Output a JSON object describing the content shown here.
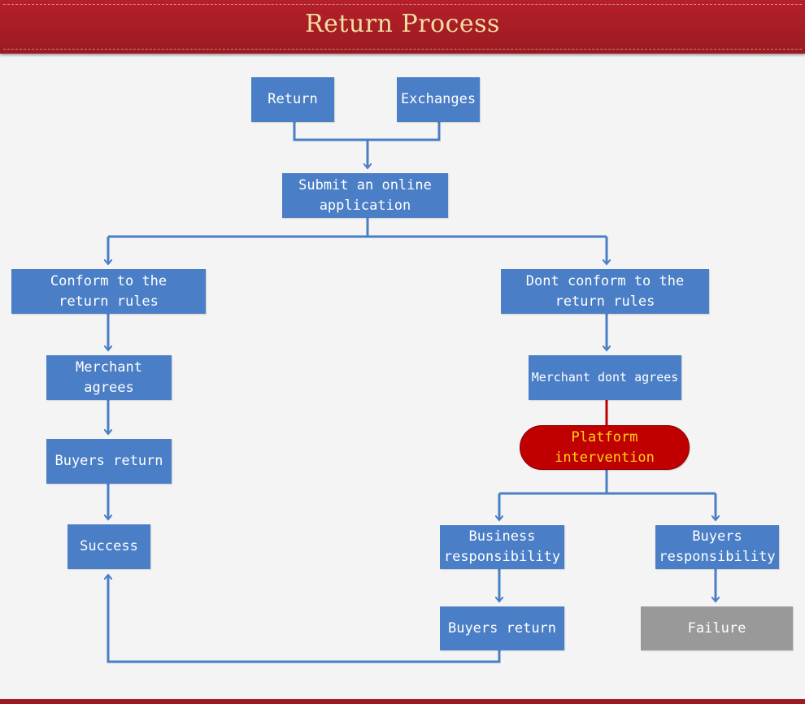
{
  "header": {
    "title": "Return Process"
  },
  "colors": {
    "box": "#4a7ec6",
    "connector": "#4a7ec6",
    "platform": "#c00000",
    "platform_text": "#ffd21a",
    "failure": "#999999",
    "header": "#a81d26"
  },
  "nodes": {
    "return": "Return",
    "exchanges": "Exchanges",
    "submit": [
      "Submit an online",
      "application"
    ],
    "conform": [
      "Conform to the",
      "return rules"
    ],
    "dont_conform": [
      "Dont conform to the",
      "return rules"
    ],
    "merchant_agrees": "Merchant agrees",
    "merchant_dont": "Merchant dont agrees",
    "buyers_return_left": "Buyers return",
    "success": "Success",
    "platform": [
      "Platform",
      "intervention"
    ],
    "business": [
      "Business",
      "responsibility"
    ],
    "buyers_resp": [
      "Buyers",
      "responsibility"
    ],
    "buyers_return_right": "Buyers return",
    "failure": "Failure"
  }
}
